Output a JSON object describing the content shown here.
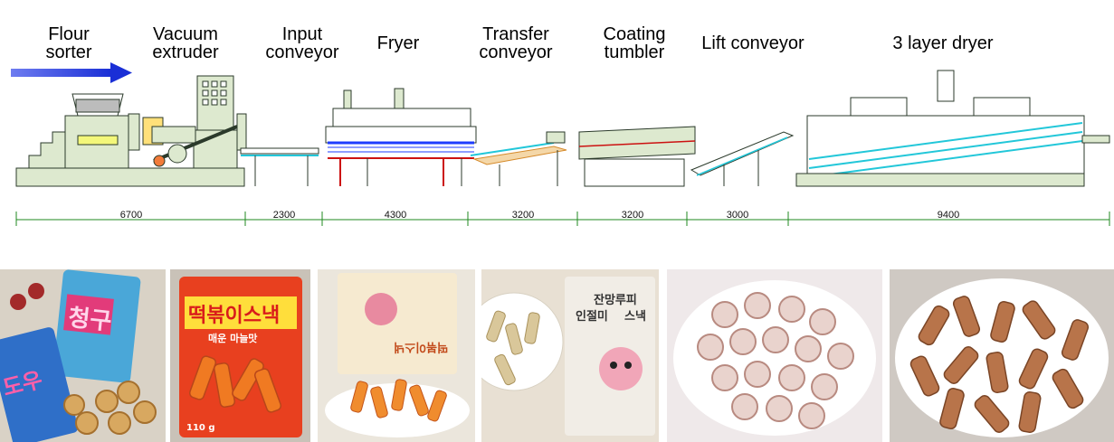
{
  "stages": [
    {
      "id": "flour-sorter",
      "label_lines": [
        "Flour",
        "sorter"
      ],
      "length": "6700"
    },
    {
      "id": "vacuum-extruder",
      "label_lines": [
        "Vacuum",
        "extruder"
      ],
      "length": ""
    },
    {
      "id": "input-conveyor",
      "label_lines": [
        "Input",
        "conveyor"
      ],
      "length": "2300"
    },
    {
      "id": "fryer",
      "label_lines": [
        "Fryer"
      ],
      "length": "4300"
    },
    {
      "id": "transfer-conveyor",
      "label_lines": [
        "Transfer",
        "conveyor"
      ],
      "length": "3200"
    },
    {
      "id": "coating-tumbler",
      "label_lines": [
        "Coating",
        "tumbler"
      ],
      "length": "3200"
    },
    {
      "id": "lift-conveyor",
      "label_lines": [
        "Lift conveyor"
      ],
      "length": "3000"
    },
    {
      "id": "three-layer-dryer",
      "label_lines": [
        "3 layer dryer"
      ],
      "length": "9400"
    }
  ],
  "photos": [
    {
      "id": "product-photo-1",
      "package_texts": [
        "청구",
        "도우"
      ]
    },
    {
      "id": "product-photo-2",
      "package_texts": [
        "떡볶이스낵",
        "매운 마늘맛",
        "110 g"
      ]
    },
    {
      "id": "product-photo-3",
      "package_texts": [
        "떡볶이스낵"
      ]
    },
    {
      "id": "product-photo-4",
      "package_texts": [
        "잔망루피",
        "인절미",
        "스낵"
      ]
    },
    {
      "id": "product-photo-5",
      "package_texts": []
    },
    {
      "id": "product-photo-6",
      "package_texts": []
    }
  ],
  "colors": {
    "arrow_blue": "#1a2fd6",
    "machine_fill": "#dde9cf",
    "machine_stroke": "#2b3a2b",
    "dimension_line": "#1f8a1f",
    "belt_cyan": "#22c7d9",
    "fryer_blue": "#1e3cff",
    "fryer_red": "#cc1111",
    "transfer_orange": "#d58a2a"
  },
  "icons": [
    "flow-arrow-icon"
  ]
}
